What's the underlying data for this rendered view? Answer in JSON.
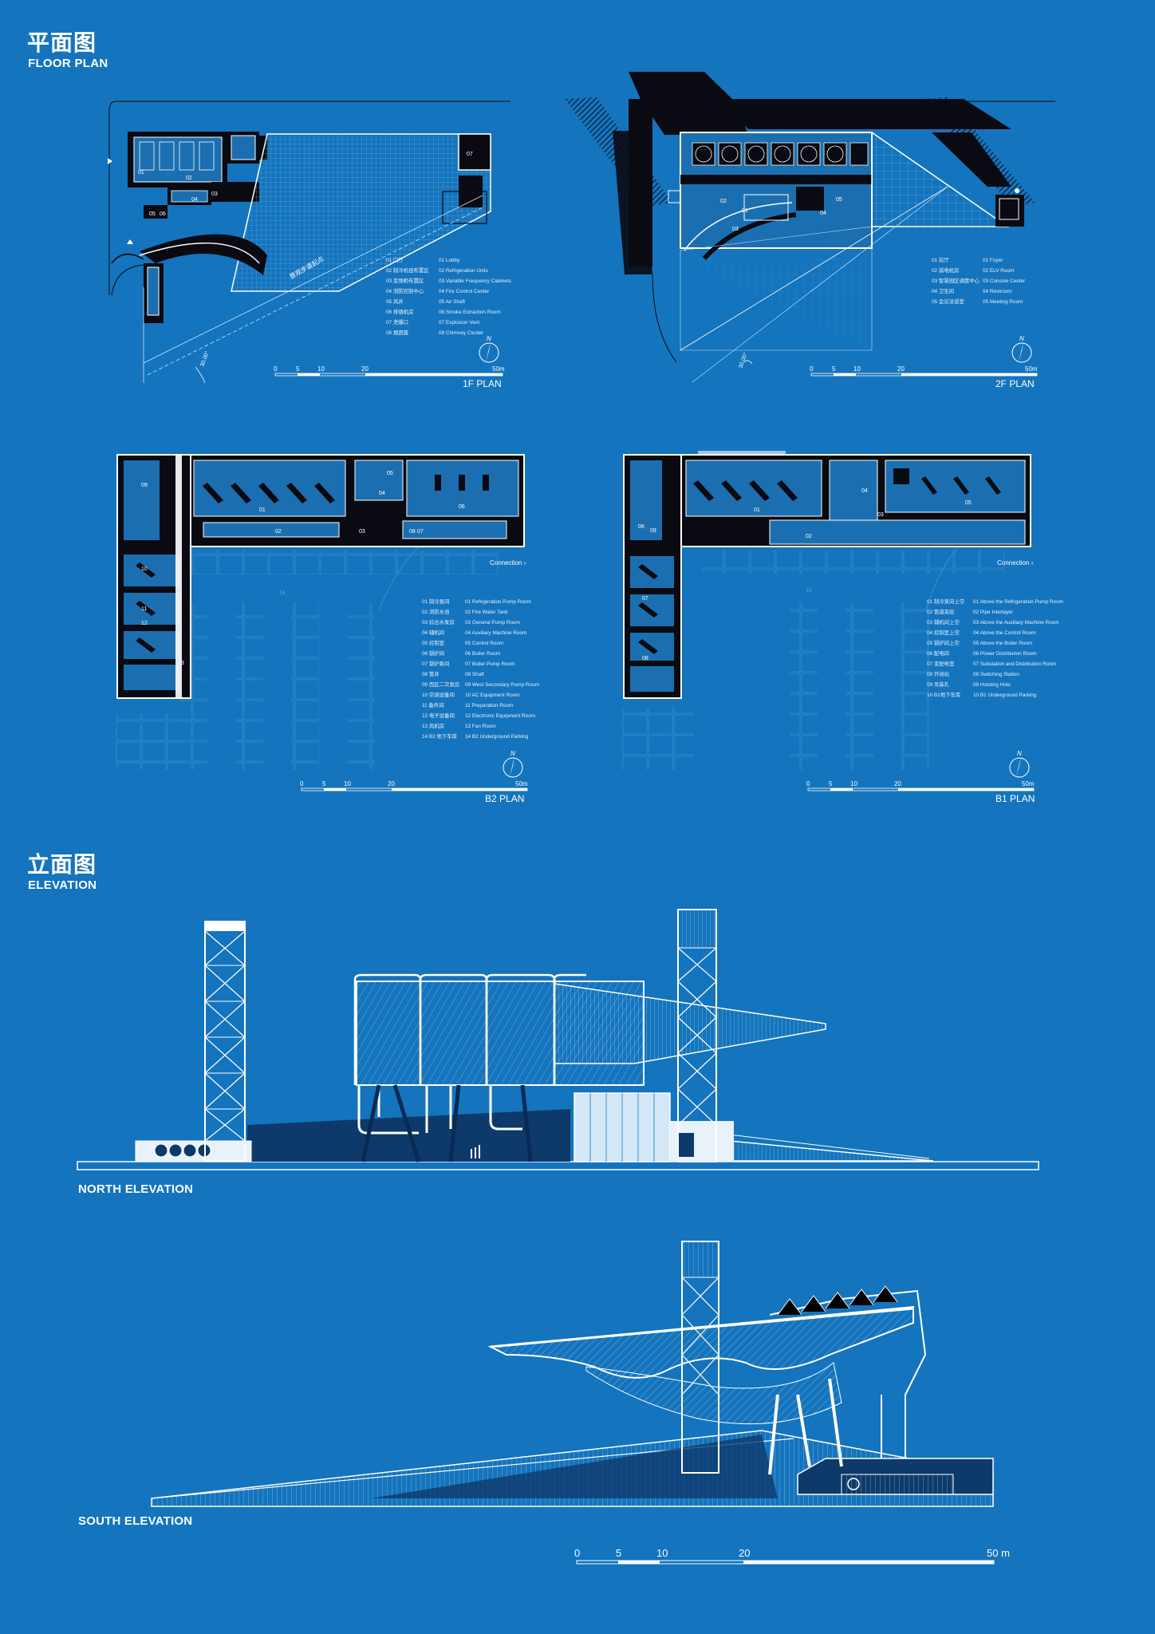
{
  "sections": {
    "floor_plan": {
      "zh": "平面图",
      "en": "FLOOR PLAN"
    },
    "elevation": {
      "zh": "立面图",
      "en": "ELEVATION"
    }
  },
  "plans": {
    "f1": {
      "title": "1F PLAN",
      "angle": "30.00°",
      "path_label": "景观步道起点",
      "legend": [
        {
          "zh": "01 门厅",
          "en": "01 Lobby"
        },
        {
          "zh": "02 制冷机组布置区",
          "en": "02 Refrigeration Units"
        },
        {
          "zh": "03 变频柜布置区",
          "en": "03 Variable Frequency Cabinets"
        },
        {
          "zh": "04 消防控制中心",
          "en": "04 Fire Control Center"
        },
        {
          "zh": "05 风井",
          "en": "05 Air Shaft"
        },
        {
          "zh": "06 排烟机房",
          "en": "06 Smoke Extraction Room"
        },
        {
          "zh": "07 泄爆口",
          "en": "07 Explosion Vent"
        },
        {
          "zh": "08 烟囱簇",
          "en": "08 Chimney Cluster"
        }
      ]
    },
    "f2": {
      "title": "2F PLAN",
      "angle": "30.00°",
      "legend": [
        {
          "zh": "01 前厅",
          "en": "01 Foyer"
        },
        {
          "zh": "02 弱电机房",
          "en": "02 ELV Room"
        },
        {
          "zh": "03 智慧园区调度中心",
          "en": "03 Console Center"
        },
        {
          "zh": "04 卫生间",
          "en": "04 Restroom"
        },
        {
          "zh": "05 会议洽谈室",
          "en": "05 Meeting Room"
        }
      ]
    },
    "b2": {
      "title": "B2 PLAN",
      "connection": "Connection",
      "legend": [
        {
          "zh": "01 制冷泵间",
          "en": "01 Refrigeration Pump Room"
        },
        {
          "zh": "02 消防水池",
          "en": "02 Fire Water Tank"
        },
        {
          "zh": "03 综合水泵房",
          "en": "03 General Pump Room"
        },
        {
          "zh": "04 辅机间",
          "en": "04 Auxiliary Machine Room"
        },
        {
          "zh": "05 控制室",
          "en": "05 Control Room"
        },
        {
          "zh": "06 锅炉间",
          "en": "06 Boiler Room"
        },
        {
          "zh": "07 锅炉泵间",
          "en": "07 Boiler Pump Room"
        },
        {
          "zh": "08 管井",
          "en": "08 Shaft"
        },
        {
          "zh": "09 西区二次泵房",
          "en": "09 West Secondary Pump Room"
        },
        {
          "zh": "10 空调设备间",
          "en": "10 AC Equipment Room"
        },
        {
          "zh": "11 备件间",
          "en": "11 Preparation Room"
        },
        {
          "zh": "12 电子设备间",
          "en": "12 Electronic Equipment Room"
        },
        {
          "zh": "13 风机房",
          "en": "13 Fan Room"
        },
        {
          "zh": "14 B2 地下车库",
          "en": "14 B2 Underground Parking"
        }
      ]
    },
    "b1": {
      "title": "B1 PLAN",
      "connection": "Connection",
      "legend": [
        {
          "zh": "01 制冷泵间上空",
          "en": "01 Above the Refrigeration Pump Room"
        },
        {
          "zh": "02 管道夹层",
          "en": "02 Pipe Interlayer"
        },
        {
          "zh": "03 辅机间上空",
          "en": "03 Above the Auxiliary Machine Room"
        },
        {
          "zh": "04 控制室上空",
          "en": "04 Above the Control Room"
        },
        {
          "zh": "05 锅炉间上空",
          "en": "05 Above the Boiler Room"
        },
        {
          "zh": "06 配电间",
          "en": "06 Power Distribution Room"
        },
        {
          "zh": "07 变配电室",
          "en": "07 Substation and Distribution Room"
        },
        {
          "zh": "08 开闭站",
          "en": "08 Switching Station"
        },
        {
          "zh": "09 吊装孔",
          "en": "09 Hoisting Hole"
        },
        {
          "zh": "10 B1地下车库",
          "en": "10 B1 Underground Parking"
        }
      ]
    }
  },
  "scalebar": {
    "ticks": [
      "0",
      "5",
      "10",
      "20",
      "50m"
    ],
    "ticks_large": [
      "0",
      "5",
      "10",
      "20",
      "50 m"
    ]
  },
  "north_label": "N",
  "elevations": {
    "north": "NORTH ELEVATION",
    "south": "SOUTH ELEVATION"
  },
  "colors": {
    "background": "#1474bd",
    "line": "#ffffff",
    "dark": "#0a0a12"
  }
}
